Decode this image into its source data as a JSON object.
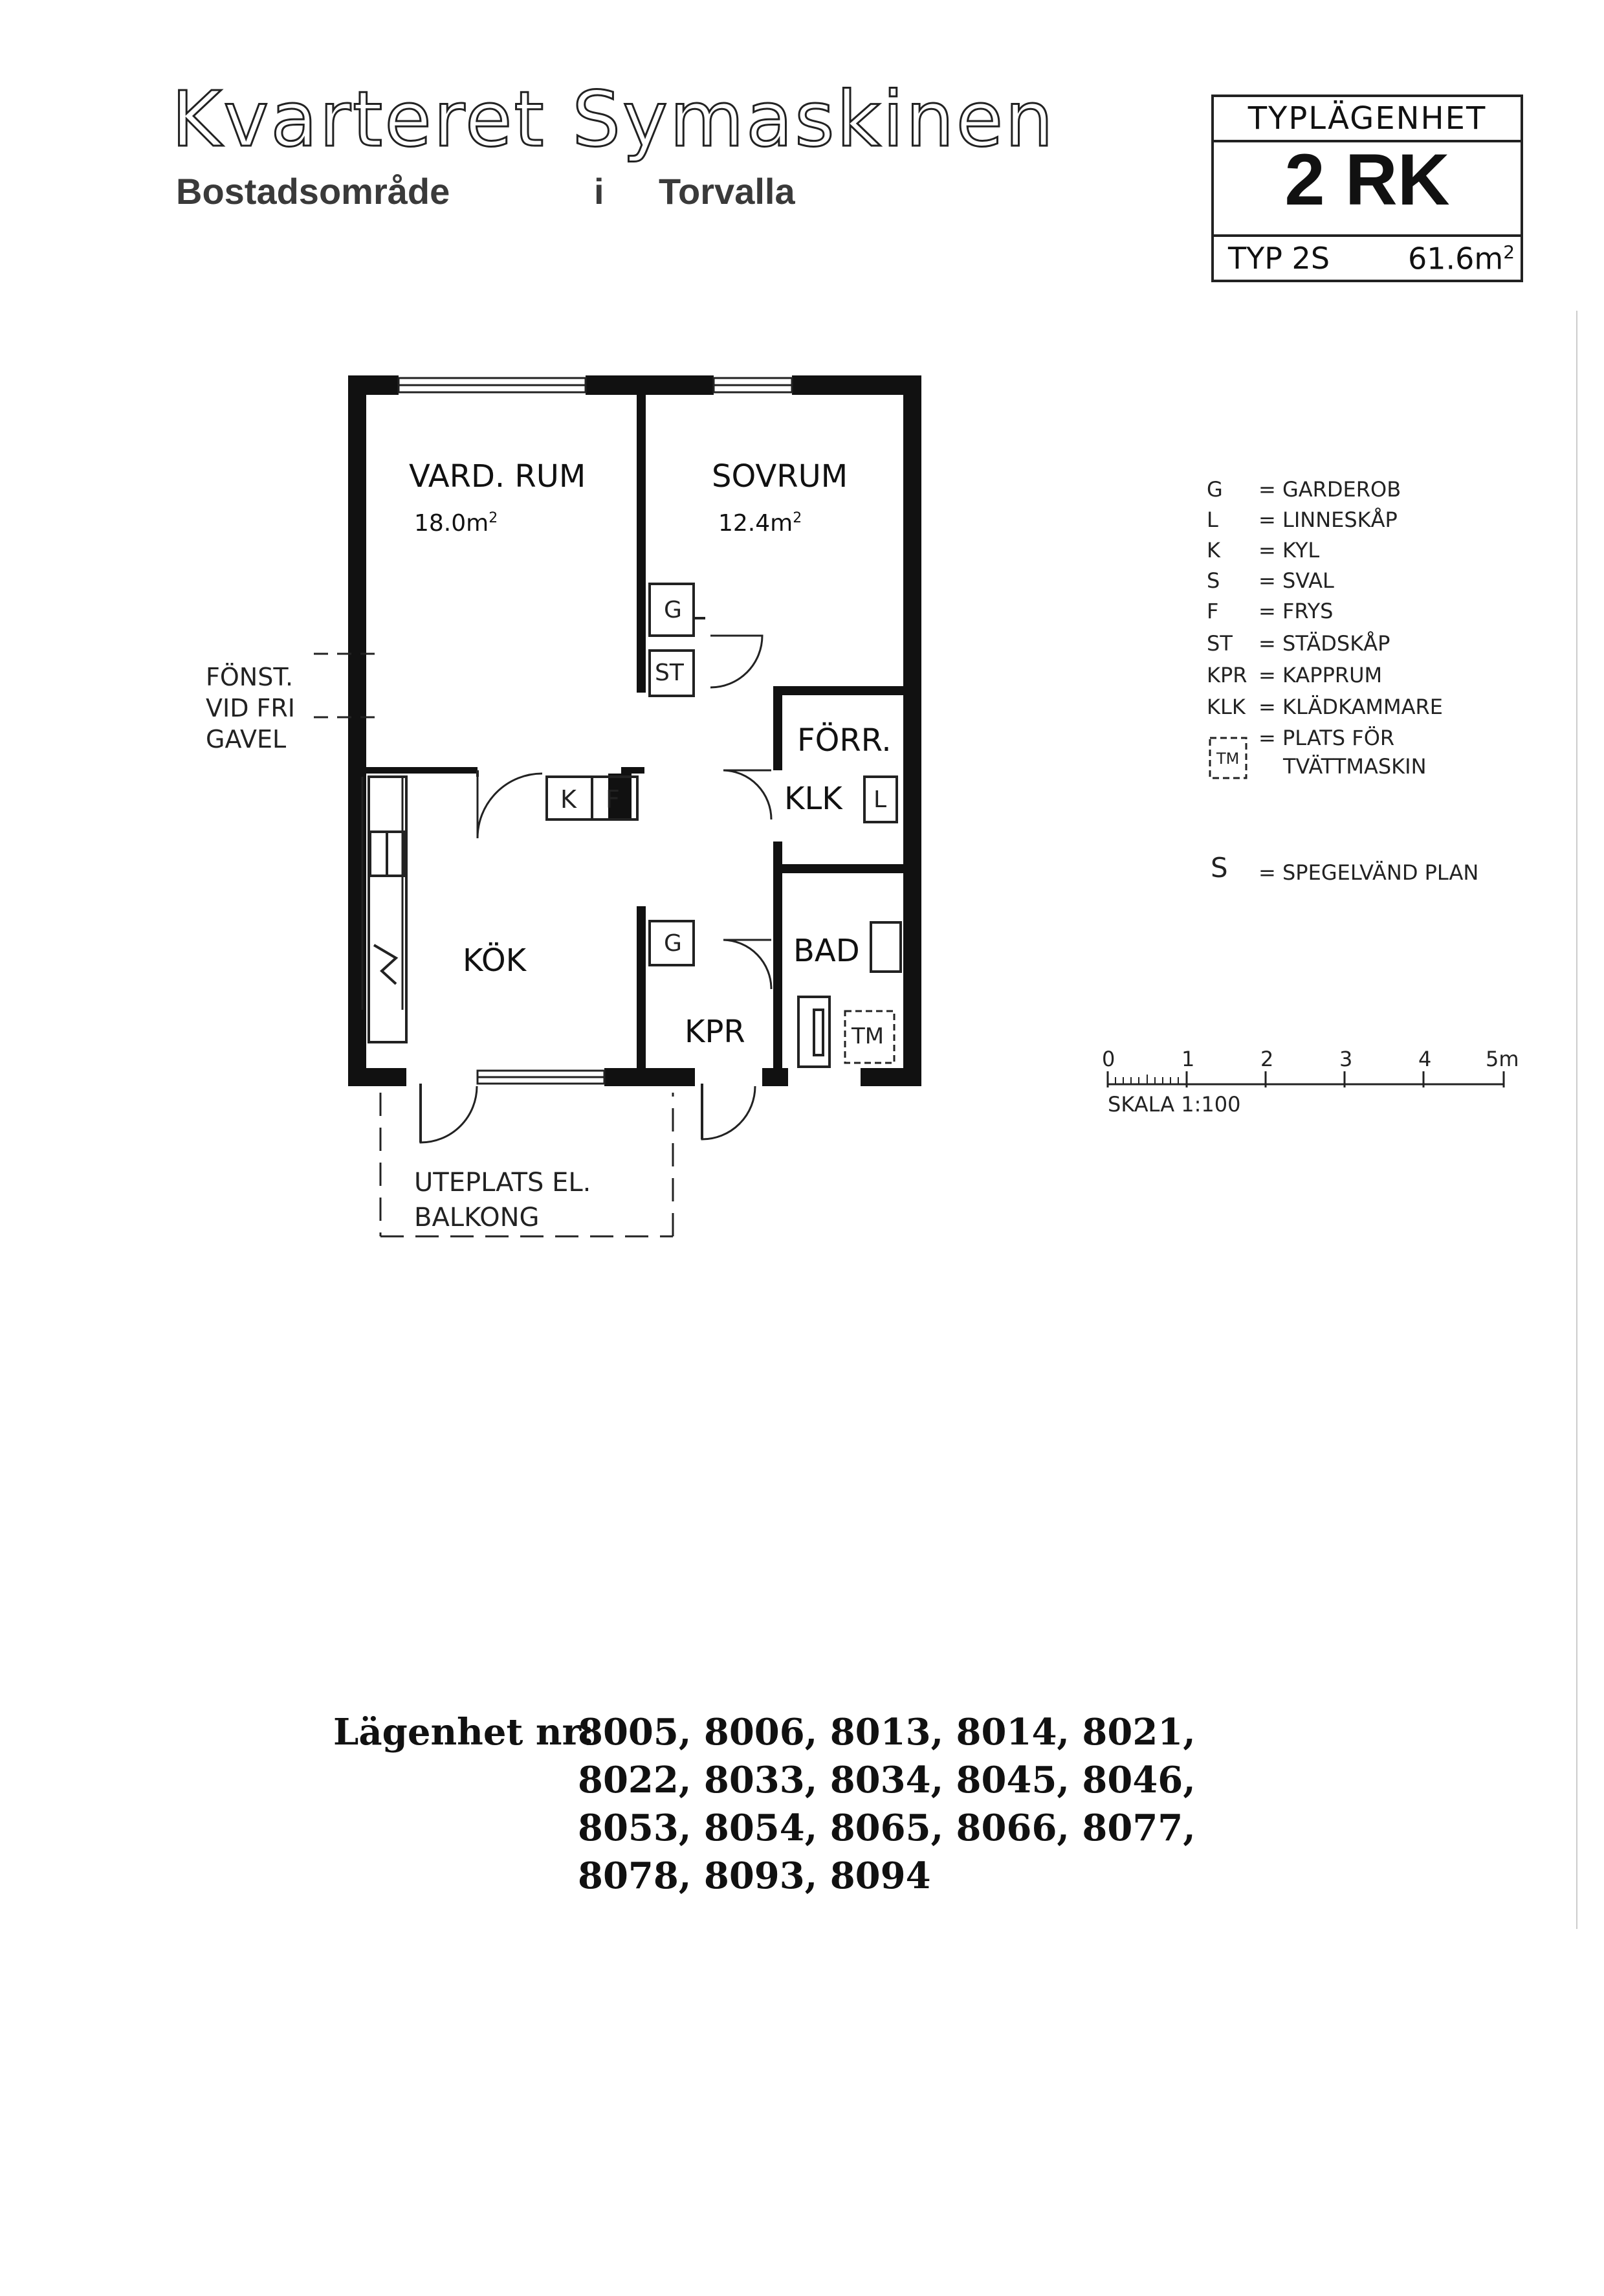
{
  "header": {
    "title": "Kvarteret Symaskinen",
    "subtitle_left": "Bostadsområde",
    "subtitle_mid": "i",
    "subtitle_right": "Torvalla"
  },
  "type_box": {
    "label": "TYPLÄGENHET",
    "rooms": "2 RK",
    "type": "TYP 2S",
    "area": "61.6m",
    "area_sup": "2"
  },
  "plan": {
    "rooms": {
      "living": {
        "name": "VARD. RUM",
        "area": "18.0m",
        "sup": "2"
      },
      "bedroom": {
        "name": "SOVRUM",
        "area": "12.4m",
        "sup": "2"
      },
      "storage": {
        "name": "FÖRR."
      },
      "walkin": {
        "name": "KLK"
      },
      "kitchen": {
        "name": "KÖK"
      },
      "bath": {
        "name": "BAD"
      },
      "coatroom": {
        "name": "KPR"
      }
    },
    "fixtures": {
      "g1": "G",
      "st": "ST",
      "k": "K",
      "f": "F",
      "l": "L",
      "g2": "G",
      "tm": "TM"
    },
    "side_note": [
      "FÖNST.",
      "VID FRI",
      "GAVEL"
    ],
    "patio": [
      "UTEPLATS EL.",
      "BALKONG"
    ]
  },
  "legend": {
    "items": [
      {
        "code": "G",
        "desc": "GARDEROB"
      },
      {
        "code": "L",
        "desc": "LINNESKÅP"
      },
      {
        "code": "K",
        "desc": "KYL"
      },
      {
        "code": "S",
        "desc": "SVAL"
      },
      {
        "code": "F",
        "desc": "FRYS"
      },
      {
        "code": "ST",
        "desc": "STÄDSKÅP"
      },
      {
        "code": "KPR",
        "desc": "KAPPRUM"
      },
      {
        "code": "KLK",
        "desc": "KLÄDKAMMARE"
      }
    ],
    "tm_code": "TM",
    "tm_desc_1": "PLATS FÖR",
    "tm_desc_2": "TVÄTTMASKIN",
    "s_code": "S",
    "s_desc": "SPEGELVÄND PLAN"
  },
  "scale": {
    "ticks": [
      "0",
      "1",
      "2",
      "3",
      "4",
      "5m"
    ],
    "label": "SKALA 1:100"
  },
  "apartments": {
    "label": "Lägenhet nr:",
    "lines": [
      "8005, 8006, 8013, 8014, 8021,",
      "8022, 8033, 8034, 8045, 8046,",
      "8053, 8054, 8065, 8066, 8077,",
      "8078, 8093, 8094"
    ]
  }
}
